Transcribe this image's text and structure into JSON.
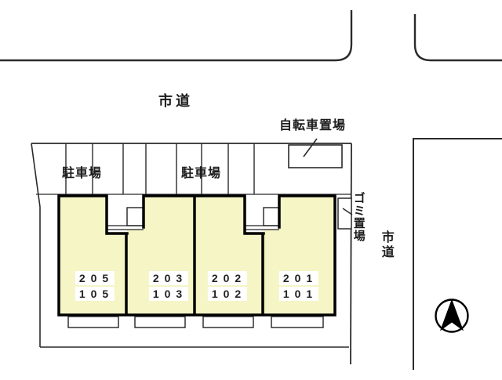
{
  "diagram_title": "apartment site plan",
  "labels": {
    "road_top": "市道",
    "road_right": "市道",
    "parking_left": "駐車場",
    "parking_right": "駐車場",
    "bicycle_parking": "自転車置場",
    "garbage_area": "ゴミ置場"
  },
  "units": [
    {
      "upper": "205",
      "lower": "105"
    },
    {
      "upper": "203",
      "lower": "103"
    },
    {
      "upper": "202",
      "lower": "102"
    },
    {
      "upper": "201",
      "lower": "101"
    }
  ],
  "icons": {
    "compass": "north-arrow"
  },
  "colors": {
    "building_fill": "#f5f5c6",
    "line": "#2a2a2a",
    "outline": "#000000",
    "background": "#ffffff",
    "label_box": "#ffffff"
  }
}
